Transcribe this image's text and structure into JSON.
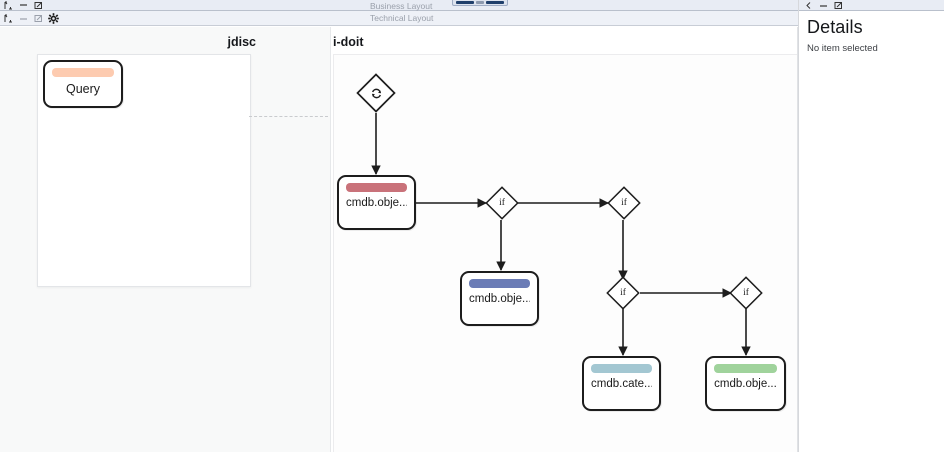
{
  "chrome": {
    "icons_top": [
      "resize-handle-icon",
      "minimize-icon",
      "popout-icon"
    ],
    "icons_second": [
      "resize-handle-icon",
      "minimize-icon",
      "popout-icon",
      "gear-icon"
    ]
  },
  "layout_modes": {
    "business_label": "Business Layout",
    "technical_label": "Technical Layout"
  },
  "lanes": [
    {
      "key": "jdisc",
      "title": "jdisc"
    },
    {
      "key": "idoit",
      "title": "i-doit"
    }
  ],
  "nodes": [
    {
      "id": "query",
      "label": "Query",
      "bar_color": "#fdcbb0",
      "lane": "jdisc"
    },
    {
      "id": "loop",
      "label": "",
      "shape": "diamond",
      "icon": "loop-icon",
      "lane": "idoit"
    },
    {
      "id": "obj1",
      "label": "cmdb.obje...",
      "bar_color": "#c9727a",
      "lane": "idoit"
    },
    {
      "id": "if1",
      "label": "if",
      "shape": "diamond",
      "lane": "idoit"
    },
    {
      "id": "if2",
      "label": "if",
      "shape": "diamond",
      "lane": "idoit"
    },
    {
      "id": "obj2",
      "label": "cmdb.obje...",
      "bar_color": "#6b7cb6",
      "lane": "idoit"
    },
    {
      "id": "if3",
      "label": "if",
      "shape": "diamond",
      "lane": "idoit"
    },
    {
      "id": "if4",
      "label": "if",
      "shape": "diamond",
      "lane": "idoit"
    },
    {
      "id": "cate1",
      "label": "cmdb.cate...",
      "bar_color": "#a3c7d2",
      "lane": "idoit"
    },
    {
      "id": "obj3",
      "label": "cmdb.obje...",
      "bar_color": "#a0d39c",
      "lane": "idoit"
    }
  ],
  "details": {
    "title": "Details",
    "empty_text": "No item selected",
    "icons": [
      "chevron-left-icon",
      "minimize-icon",
      "popout-icon"
    ]
  }
}
